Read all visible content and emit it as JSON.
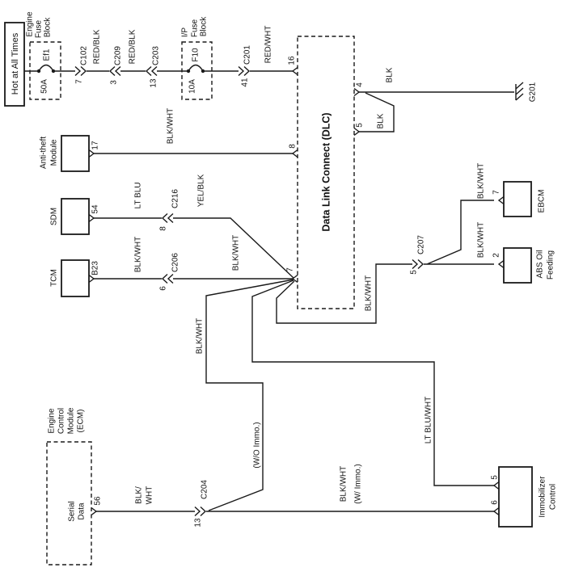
{
  "header": {
    "hot": "Hot at All Times"
  },
  "fuses": {
    "engine_block": {
      "name": [
        "Engine",
        "Fuse",
        "Block"
      ],
      "id": "Ef1",
      "amps": "50A"
    },
    "ip_block": {
      "name": [
        "I/P",
        "Fuse",
        "Block"
      ],
      "id": "F10",
      "amps": "10A"
    }
  },
  "connectors": {
    "c102": {
      "id": "C102",
      "pin": "7"
    },
    "c209": {
      "id": "C209",
      "pin": "3"
    },
    "c203": {
      "id": "C203",
      "pin": "13"
    },
    "c201": {
      "id": "C201",
      "pin": "41"
    },
    "c216": {
      "id": "C216",
      "pin": "8"
    },
    "c206": {
      "id": "C206",
      "pin": "6"
    },
    "c204": {
      "id": "C204",
      "pin": "13"
    },
    "c207": {
      "id": "C207",
      "pin": "5"
    }
  },
  "wires": {
    "red_blk_a": "RED/BLK",
    "red_blk_b": "RED/BLK",
    "red_wht": "RED/WHT",
    "blk_ground": "BLK",
    "blk_jumper": "BLK",
    "blk_wht_antitheft": "BLK/WHT",
    "lt_blu": "LT BLU",
    "yel_blk": "YEL/BLK",
    "blk_wht_tcm_a": "BLK/WHT",
    "blk_wht_tcm_b": "BLK/WHT",
    "blk_wht_wo_immo": "BLK/WHT",
    "wo_immo_note": "(W/O Immo.)",
    "lt_blu_wht": "LT BLU/WHT",
    "blk_wht_c207": "BLK/WHT",
    "blk_wht_ebcm": "BLK/WHT",
    "blk_wht_abs": "BLK/WHT",
    "blk_wht_ecm": [
      "BLK/",
      "WHT"
    ],
    "blk_wht_w_immo": [
      "BLK/WHT",
      "(W/ Immo.)"
    ]
  },
  "modules": {
    "dlc": {
      "title": "Data Link Connect (DLC)",
      "pins": {
        "p16": "16",
        "p8": "8",
        "p7": "7",
        "p4": "4",
        "p5": "5"
      }
    },
    "antitheft": {
      "name": [
        "Anti-theft",
        "Module"
      ],
      "pin": "17"
    },
    "sdm": {
      "name": "SDM",
      "pin": "54"
    },
    "tcm": {
      "name": "TCM",
      "pin": "B23"
    },
    "ecm": {
      "name": [
        "Engine",
        "Control",
        "Module",
        "(ECM)"
      ],
      "signal": [
        "Serial",
        "Data"
      ],
      "pin": "56"
    },
    "ebcm": {
      "name": "EBCM",
      "pin": "7"
    },
    "abs": {
      "name": [
        "ABS Oil",
        "Feeding"
      ],
      "pin": "2"
    },
    "immobilizer": {
      "name": [
        "Immobilizer",
        "Control"
      ],
      "pins": {
        "p5": "5",
        "p6": "6"
      }
    }
  },
  "ground": {
    "id": "G201"
  },
  "colors": {
    "ink": "#1a1a1a",
    "background": "#ffffff"
  }
}
